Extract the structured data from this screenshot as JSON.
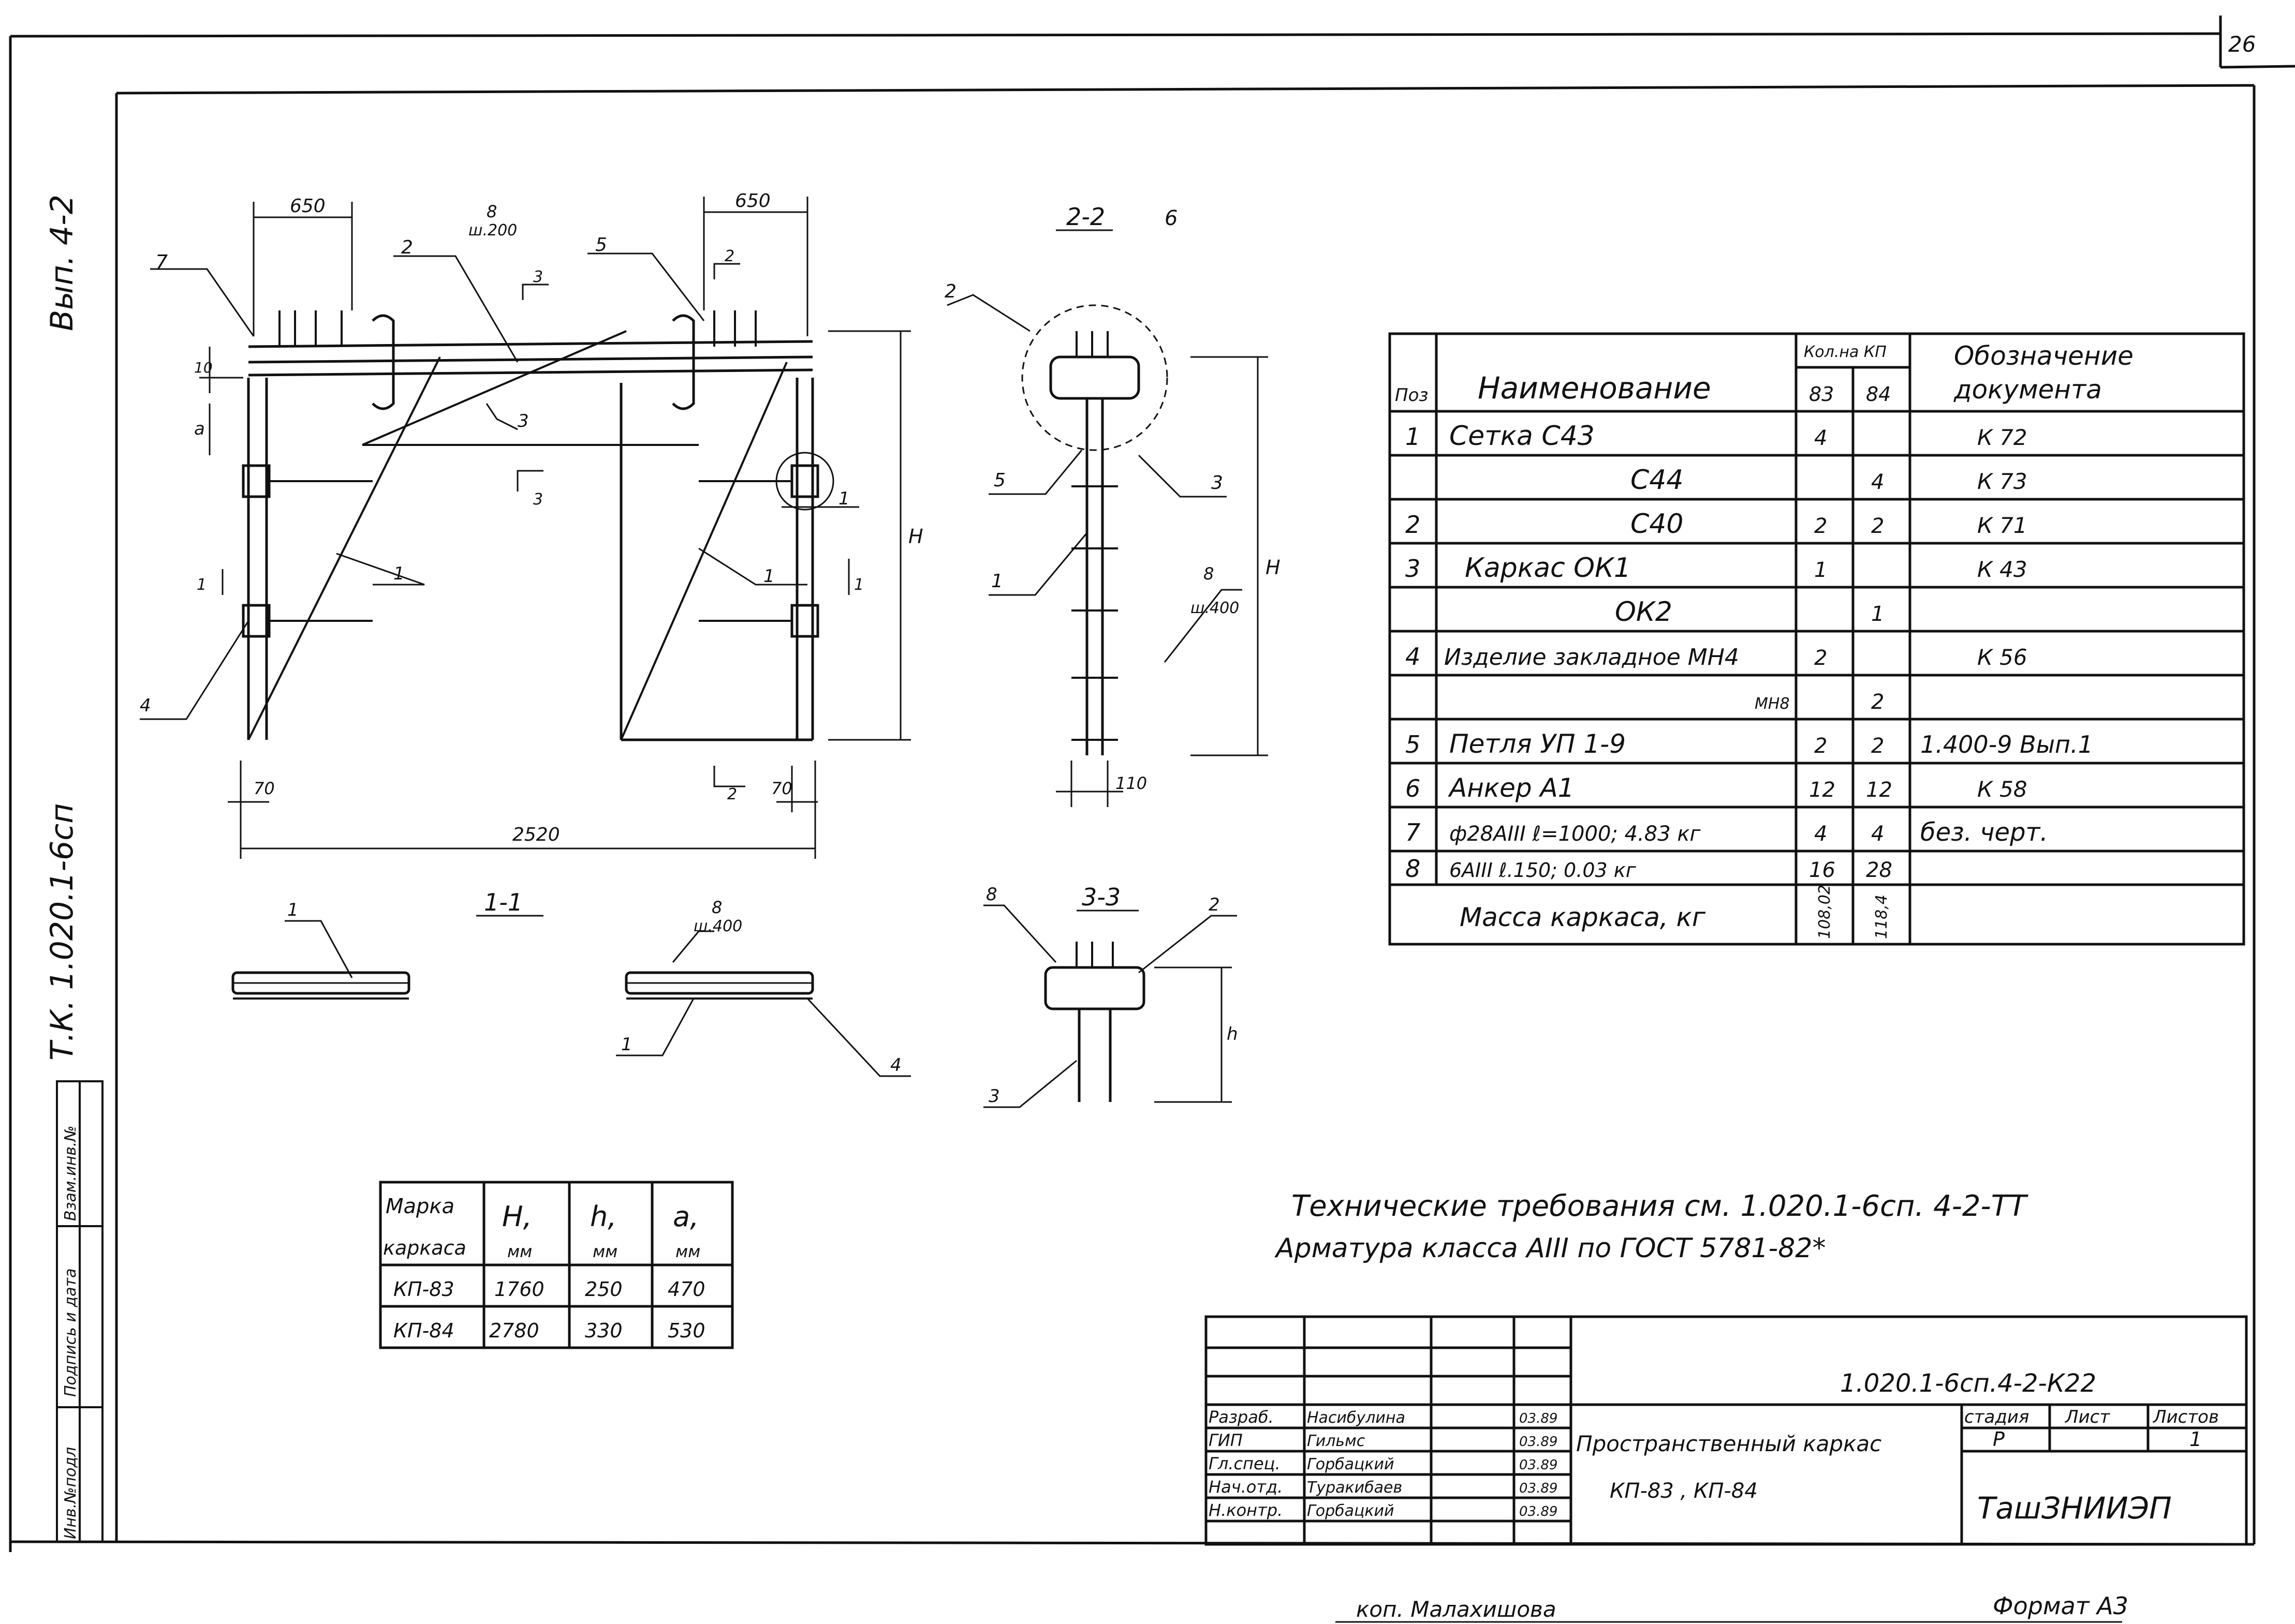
{
  "sheet": {
    "page_number": "26",
    "edition_vertical": "Вып. 4-2",
    "series_vertical": "Т.К. 1.020.1-6сп",
    "format_note": "Формат А3",
    "copied_by": "коп. Малахишова"
  },
  "side_stamp": {
    "inv_orig": "Инв.№подл",
    "sign_date": "Подпись и дата",
    "replace_inv": "Взам.инв.№"
  },
  "views": {
    "main_title_2_2": "2-2",
    "view_1_1": "1-1",
    "view_3_3": "3-3",
    "dim_650_left": "650",
    "dim_650_right": "650",
    "dim_2520": "2520",
    "dim_70_left": "70",
    "dim_70_right": "70",
    "dim_110": "110",
    "dim_H_main": "Н",
    "dim_H_section": "Н",
    "dim_h": "h",
    "dim_a": "а",
    "dim_10": "10",
    "note_8_sh200": "8",
    "note_sh200": "ш.200",
    "note_8_sh400": "8",
    "note_sh400": "ш.400",
    "note_8_sh400b": "8",
    "note_sh400b": "ш.400",
    "call_7": "7",
    "call_2": "2",
    "call_5": "5",
    "call_3": "3",
    "call_3b": "3",
    "call_1": "1",
    "call_1b": "1",
    "call_1c": "1",
    "call_4": "4",
    "call_2b": "2",
    "call_6": "6",
    "sec_2": "2",
    "sec_2b": "2",
    "sec_3": "3",
    "sec_3b": "3",
    "sec_1": "1",
    "sec_1b": "1",
    "ss_5": "5",
    "ss_1": "1",
    "ss_3": "3",
    "ss_2": "2",
    "ss_8": "8",
    "v11_1": "1",
    "v11_1b": "1",
    "v11_4": "4",
    "v33_8": "8",
    "v33_2": "2",
    "v33_3": "3"
  },
  "spec_table": {
    "hdr_pos": "Поз",
    "hdr_name": "Наименование",
    "hdr_qty": "Кол.на КП",
    "hdr_83": "83",
    "hdr_84": "84",
    "hdr_doc1": "Обозначение",
    "hdr_doc2": "документа",
    "rows": [
      {
        "pos": "1",
        "name": "Сетка  С43",
        "q83": "4",
        "q84": "",
        "doc": "К 72"
      },
      {
        "pos": "",
        "name": "С44",
        "q83": "",
        "q84": "4",
        "doc": "К 73"
      },
      {
        "pos": "2",
        "name": "С40",
        "q83": "2",
        "q84": "2",
        "doc": "К 71"
      },
      {
        "pos": "3",
        "name": "Каркас  ОК1",
        "q83": "1",
        "q84": "",
        "doc": "К 43"
      },
      {
        "pos": "",
        "name": "ОК2",
        "q83": "",
        "q84": "1",
        "doc": ""
      },
      {
        "pos": "4",
        "name": "Изделие закладное МН4",
        "q83": "2",
        "q84": "",
        "doc": "К 56"
      },
      {
        "pos": "",
        "name": "МН8",
        "q83": "",
        "q84": "2",
        "doc": ""
      },
      {
        "pos": "5",
        "name": "Петля  УП 1-9",
        "q83": "2",
        "q84": "2",
        "doc": "1.400-9  Вып.1"
      },
      {
        "pos": "6",
        "name": "Анкер  А1",
        "q83": "12",
        "q84": "12",
        "doc": "К 58"
      },
      {
        "pos": "7",
        "name": "ф28АIII  ℓ=1000; 4.83 кг",
        "q83": "4",
        "q84": "4",
        "doc": "без. черт."
      },
      {
        "pos": "8",
        "name": "6АIII  ℓ.150; 0.03 кг",
        "q83": "16",
        "q84": "28",
        "doc": ""
      }
    ],
    "mass_label": "Масса каркаса, кг",
    "mass_83": "108,02",
    "mass_84": "118,4"
  },
  "mark_table": {
    "hdr_mark1": "Марка",
    "hdr_mark2": "каркаса",
    "hdr_H": "Н,",
    "hdr_h": "h,",
    "hdr_a": "а,",
    "unit_H": "мм",
    "unit_h": "мм",
    "unit_a": "мм",
    "rows": [
      {
        "mark": "КП-83",
        "H": "1760",
        "h": "250",
        "a": "470"
      },
      {
        "mark": "КП-84",
        "H": "2780",
        "h": "330",
        "a": "530"
      }
    ]
  },
  "notes": {
    "line1": "Технические  требования  см. 1.020.1-6сп. 4-2-ТТ",
    "line2": "Арматура  класса АIII  по ГОСТ 5781-82*"
  },
  "title_block": {
    "code": "1.020.1-6сп.4-2-К22",
    "r1_role": "Разраб.",
    "r1_name": "Насибулина",
    "r1_date": "03.89",
    "r2_role": "ГИП",
    "r2_name": "Гильмс",
    "r2_date": "03.89",
    "r3_role": "Гл.спец.",
    "r3_name": "Горбацкий",
    "r3_date": "03.89",
    "r4_role": "Нач.отд.",
    "r4_name": "Туракибаев",
    "r4_date": "03.89",
    "r5_role": "Н.контр.",
    "r5_name": "Горбацкий",
    "r5_date": "03.89",
    "name1": "Пространственный каркас",
    "name2": "КП-83 , КП-84",
    "stage_lbl": "стадия",
    "sheet_lbl": "Лист",
    "sheets_lbl": "Листов",
    "stage": "Р",
    "sheets": "1",
    "org": "ТашЗНИИЭП"
  }
}
